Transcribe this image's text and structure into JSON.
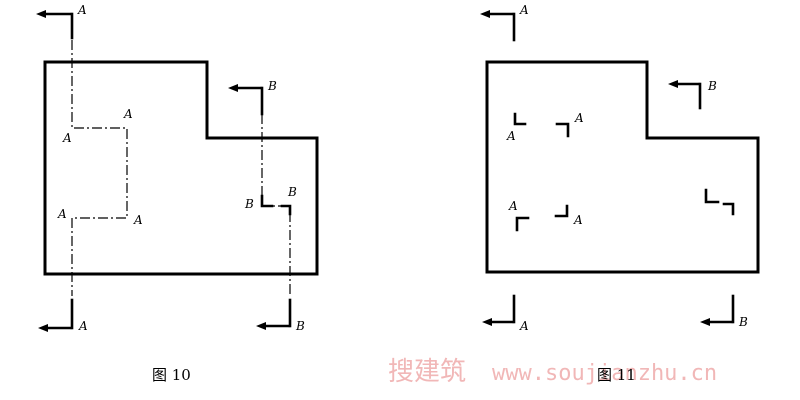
{
  "figures": [
    {
      "caption": "图 10",
      "labels": {
        "top_cut": "A",
        "bottom_cut": "A",
        "a_upper_left": "A",
        "a_upper_right": "A",
        "a_lower_left": "A",
        "a_lower_right": "A",
        "b_top": "B",
        "b_mid_left": "B",
        "b_mid_right": "B",
        "b_bottom": "B"
      }
    },
    {
      "caption": "图 11",
      "labels": {
        "top_cut": "A",
        "bottom_cut": "A",
        "inner_ul": "A",
        "inner_ur": "A",
        "inner_ll": "A",
        "inner_lr": "A",
        "b_top": "B",
        "b_bottom": "B"
      }
    }
  ],
  "watermark": {
    "cn": "搜建筑",
    "url": "www.soujianzhu.cn"
  }
}
